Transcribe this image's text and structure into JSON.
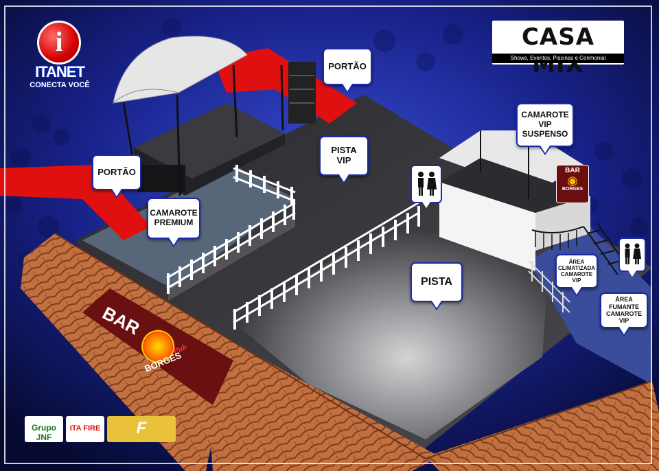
{
  "colors": {
    "background": "#0a0f3a",
    "floor": "#3b3b3d",
    "roof_tiles": "#b8683a",
    "entrance_red": "#e01010",
    "bar_wall": "#6b1010",
    "callout_border": "#1d2aa8"
  },
  "logos": {
    "itanet_name": "ITANET",
    "itanet_tagline": "CONECTA VOCÊ",
    "casamix_name": "CASA MIX",
    "casamix_tagline": "Shows, Eventos, Piscinas e Cerimonial"
  },
  "labels": {
    "portao_top": "PORTÃO",
    "portao_left": "PORTÃO",
    "pista_vip": [
      "PISTA",
      "VIP"
    ],
    "camarote_premium": [
      "CAMAROTE",
      "PREMIUM"
    ],
    "camarote_vip_suspenso": [
      "CAMAROTE",
      "VIP",
      "SUSPENSO"
    ],
    "pista": "PISTA",
    "area_climatizada": [
      "ÁREA",
      "CLIMATIZADA",
      "CAMAROTE VIP"
    ],
    "area_fumante": [
      "ÁREA",
      "FUMANTE",
      "CAMAROTE VIP"
    ]
  },
  "bar": {
    "label": "BAR",
    "pub_name": "BORGES",
    "pub_script": "Pub"
  },
  "sponsors": [
    "Grupo JNF",
    "ITA FIRE",
    "F"
  ]
}
